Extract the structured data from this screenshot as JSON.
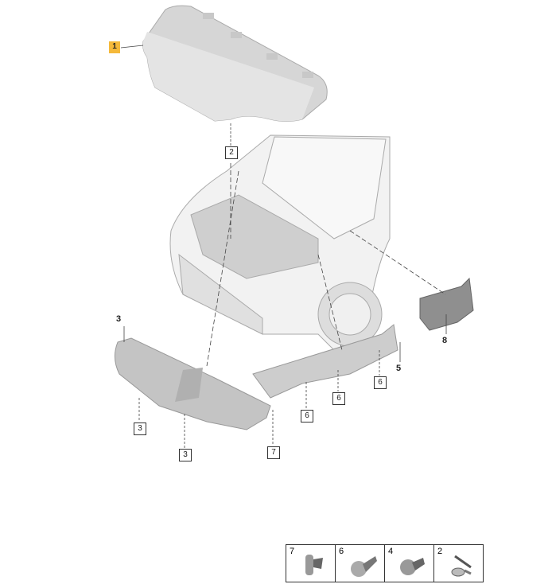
{
  "callouts": {
    "c1": "1",
    "c2": "2",
    "c3_bold": "3",
    "c3_box_a": "3",
    "c3_box_b": "3",
    "c5": "5",
    "c6_a": "6",
    "c6_b": "6",
    "c6_c": "6",
    "c7": "7",
    "c8": "8"
  },
  "legend": [
    {
      "number": "7",
      "icon": "clip-icon"
    },
    {
      "number": "6",
      "icon": "expanding-rivet-icon"
    },
    {
      "number": "4",
      "icon": "push-rivet-icon"
    },
    {
      "number": "2",
      "icon": "hose-clip-icon"
    }
  ],
  "colors": {
    "highlight": "#f5b93a",
    "part": "#d4d4d4"
  }
}
